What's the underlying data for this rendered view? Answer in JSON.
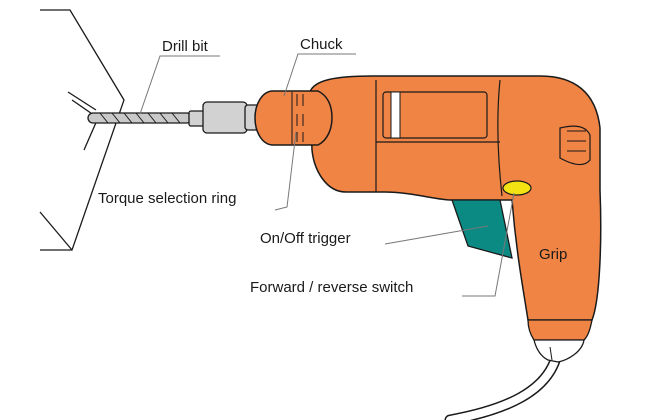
{
  "diagram": {
    "subject": "Electric drill",
    "labels": {
      "drill_bit": "Drill bit",
      "chuck": "Chuck",
      "torque_ring": "Torque selection ring",
      "trigger": "On/Off trigger",
      "switch": "Forward / reverse switch",
      "grip": "Grip"
    },
    "colors": {
      "body": "#f08444",
      "trigger": "#0b8a84",
      "switch": "#f3e312",
      "outline": "#1a1a1a",
      "bit": "#c9c9c9",
      "collar": "#d2d2d2",
      "cord": "#ffffff"
    }
  }
}
